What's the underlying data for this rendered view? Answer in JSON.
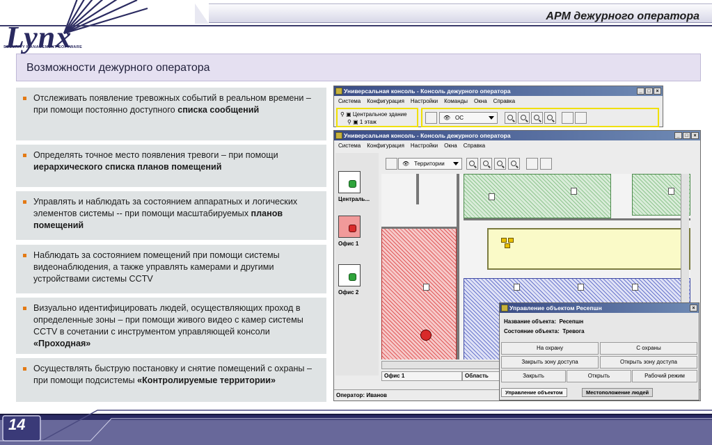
{
  "header": {
    "title": "АРМ дежурного оператора",
    "logo_text": "Lynx",
    "logo_tagline": "SECURITY MANAGEMENT SOFTWARE"
  },
  "slide_title": "Возможности дежурного оператора",
  "bullets": [
    {
      "parts": [
        "Отслеживать появление тревожных событий в реальном времени – при помощи постоянно доступного ",
        "списка сообщений",
        ""
      ]
    },
    {
      "parts": [
        "Определять точное место появления тревоги – при помощи ",
        "иерархического списка планов помещений",
        ""
      ]
    },
    {
      "parts": [
        "Управлять и наблюдать за состоянием аппаратных и логических элементов системы -- при помощи масштабируемых ",
        "планов помещений",
        ""
      ]
    },
    {
      "parts": [
        "Наблюдать за состоянием помещений при помощи системы видеонаблюдения, а также управлять камерами и другими устройствами системы CCTV",
        "",
        ""
      ]
    },
    {
      "parts": [
        "Визуально идентифицировать людей, осуществляющих проход в определенные зоны – при помощи живого видео с камер системы CCTV в сочетании с инструментом управляющей консоли ",
        "«Проходная»",
        ""
      ]
    },
    {
      "parts": [
        "Осуществлять быструю постановку и снятие помещений с охраны – при помощи подсистемы ",
        "«Контролируемые территории»",
        ""
      ]
    }
  ],
  "console_back": {
    "title": "Универсальная консоль - Консоль дежурного оператора",
    "menu": [
      "Система",
      "Конфигурация",
      "Настройки",
      "Команды",
      "Окна",
      "Справка"
    ],
    "tree": [
      "Центральное здание",
      "1 этаж"
    ],
    "combo": "ОС"
  },
  "console_front": {
    "title": "Универсальная консоль - Консоль дежурного оператора",
    "menu": [
      "Система",
      "Конфигурация",
      "Настройки",
      "Окна",
      "Справка"
    ],
    "combo": "Территории",
    "sidebar": [
      {
        "label": "Централь...",
        "state": "normal"
      },
      {
        "label": "Офис 1",
        "state": "alarm"
      },
      {
        "label": "Офис 2",
        "state": "normal"
      }
    ],
    "status_cells": [
      "Офис 1",
      "Область"
    ],
    "status_bar": "Оператор: Иванов"
  },
  "object_dialog": {
    "title": "Управление объектом Ресепшн",
    "name_label": "Название объекта:",
    "name_value": "Ресепшн",
    "state_label": "Состояние объекта:",
    "state_value": "Тревога",
    "buttons": [
      "На охрану",
      "С охраны",
      "Закрыть зону доступа",
      "Открыть зону доступа",
      "Закрыть",
      "Открыть",
      "Рабочий режим"
    ],
    "tabs": [
      "Управление объектом",
      "Местоположение людей"
    ]
  },
  "footer": {
    "page_number": "14"
  },
  "colors": {
    "title_bg": "#e5e0f1",
    "card_bg": "#dfe3e4",
    "bullet": "#e37a15",
    "navy": "#2a2a60",
    "highlight": "#f0e000"
  }
}
